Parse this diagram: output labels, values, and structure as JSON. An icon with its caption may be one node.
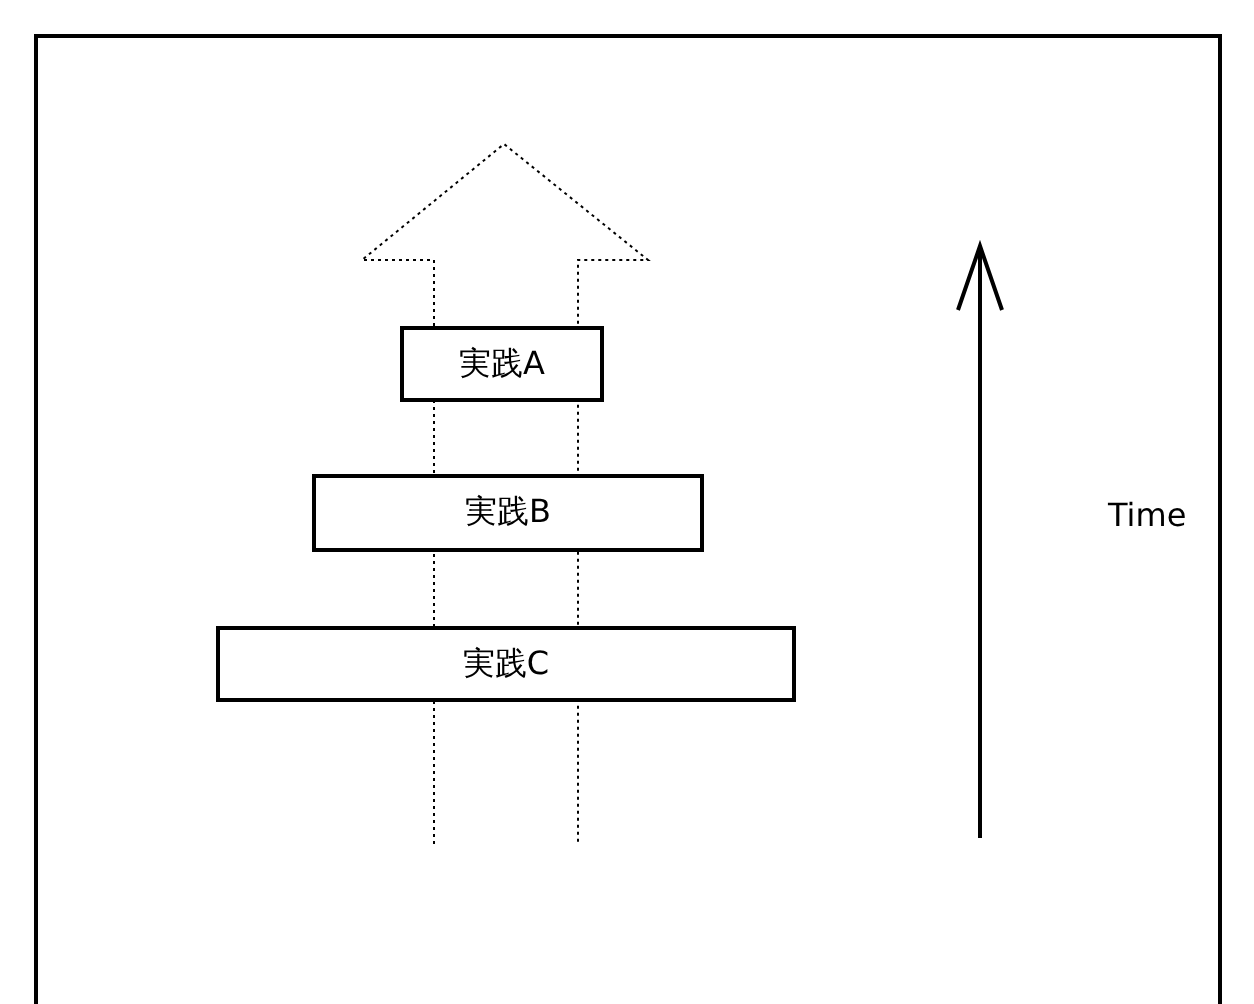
{
  "diagram": {
    "nodes": [
      {
        "text": [
          "実践A"
        ]
      },
      {
        "text": [
          "実践B"
        ]
      },
      {
        "text": [
          "実践C"
        ]
      }
    ],
    "labels": [
      "Time"
    ]
  }
}
